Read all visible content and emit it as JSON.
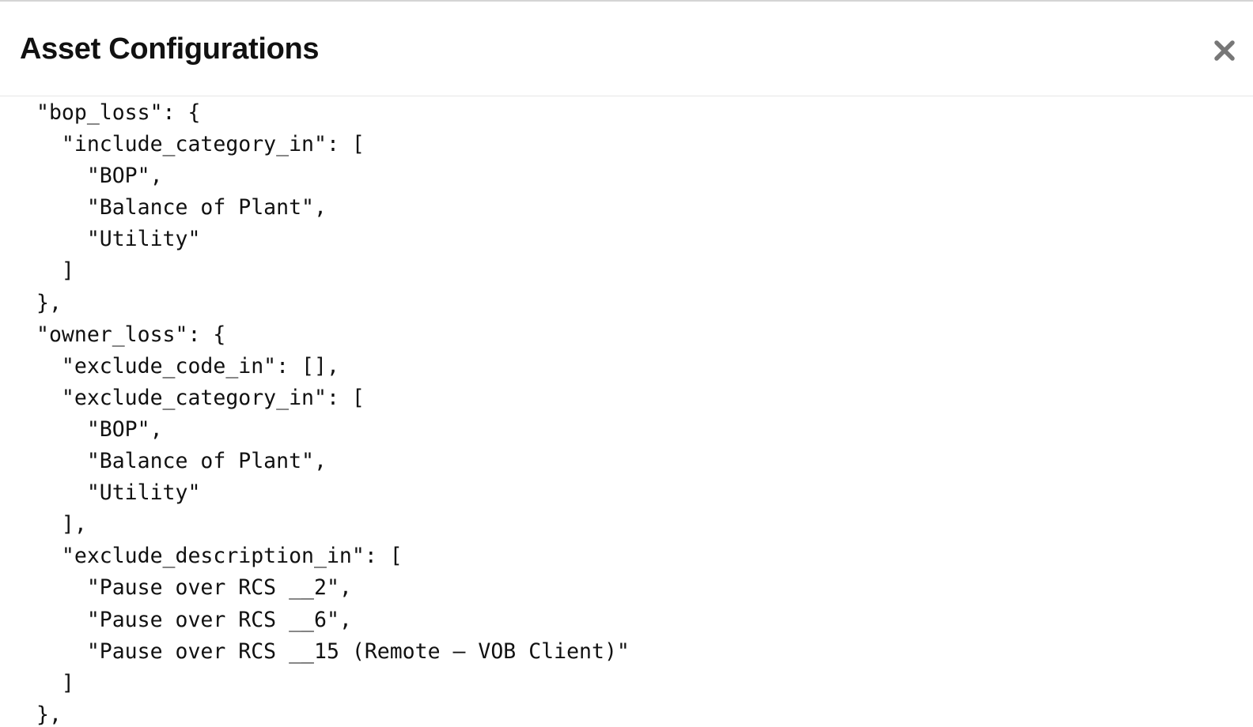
{
  "dialog": {
    "title": "Asset Configurations",
    "close_icon": "close-icon"
  },
  "json_lines": [
    "\"bop_loss\": {",
    "  \"include_category_in\": [",
    "    \"BOP\",",
    "    \"Balance of Plant\",",
    "    \"Utility\"",
    "  ]",
    "},",
    "\"owner_loss\": {",
    "  \"exclude_code_in\": [],",
    "  \"exclude_category_in\": [",
    "    \"BOP\",",
    "    \"Balance of Plant\",",
    "    \"Utility\"",
    "  ],",
    "  \"exclude_description_in\": [",
    "    \"Pause over RCS __2\",",
    "    \"Pause over RCS __6\",",
    "    \"Pause over RCS __15 (Remote – VOB Client)\"",
    "  ]",
    "},"
  ]
}
